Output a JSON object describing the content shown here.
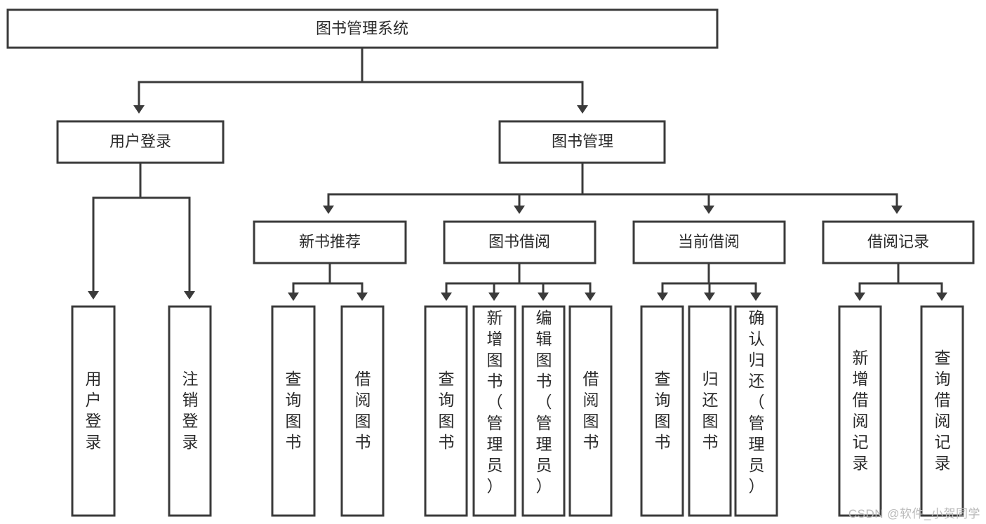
{
  "diagram": {
    "title": "图书管理系统",
    "watermark": "CSDN @软件_小贺同学",
    "colors": {
      "stroke": "#3a3a3a",
      "box_fill": "#ffffff",
      "text": "#2b2b2b",
      "background": "#ffffff",
      "watermark": "#b9b9b9"
    },
    "root": {
      "label": "图书管理系统"
    },
    "level2": [
      {
        "label": "用户登录"
      },
      {
        "label": "图书管理"
      }
    ],
    "level3": [
      {
        "label": "新书推荐"
      },
      {
        "label": "图书借阅"
      },
      {
        "label": "当前借阅"
      },
      {
        "label": "借阅记录"
      }
    ],
    "leaves": {
      "user_login": [
        {
          "label": "用户登录"
        },
        {
          "label": "注销登录"
        }
      ],
      "new_book_recommend": [
        {
          "label": "查询图书"
        },
        {
          "label": "借阅图书"
        }
      ],
      "book_borrow": [
        {
          "label": "查询图书"
        },
        {
          "label": "新增图书（管理员）"
        },
        {
          "label": "编辑图书（管理员）"
        },
        {
          "label": "借阅图书"
        }
      ],
      "current_borrow": [
        {
          "label": "查询图书"
        },
        {
          "label": "归还图书"
        },
        {
          "label": "确认归还（管理员）"
        }
      ],
      "borrow_record": [
        {
          "label": "新增借阅记录"
        },
        {
          "label": "查询借阅记录"
        }
      ]
    }
  }
}
